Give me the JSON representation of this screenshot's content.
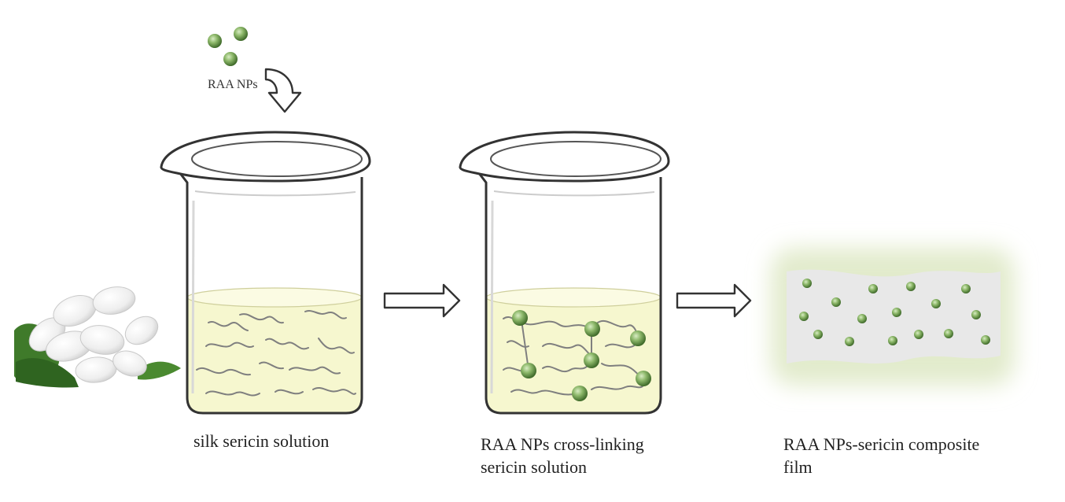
{
  "labels": {
    "nanoparticles": "RAA NPs",
    "step1_caption": "silk sericin solution",
    "step2_caption_line1": "RAA NPs cross-linking",
    "step2_caption_line2": "sericin solution",
    "step3_caption_line1": "RAA NPs-sericin composite",
    "step3_caption_line2": "film"
  },
  "colors": {
    "solution": "#f6f7cf",
    "nanoparticle": "#7fa85e",
    "nanoparticle_dark": "#4f7a36",
    "film": "#e7e7e7",
    "film_glow": "#e4edd2",
    "leaf": "#3f7a2a",
    "cocoon": "#f3f3f3",
    "outline": "#333333"
  },
  "icons": {
    "drop_arrow": "curved-down-arrow-icon",
    "process_arrow": "hollow-right-arrow-icon"
  }
}
